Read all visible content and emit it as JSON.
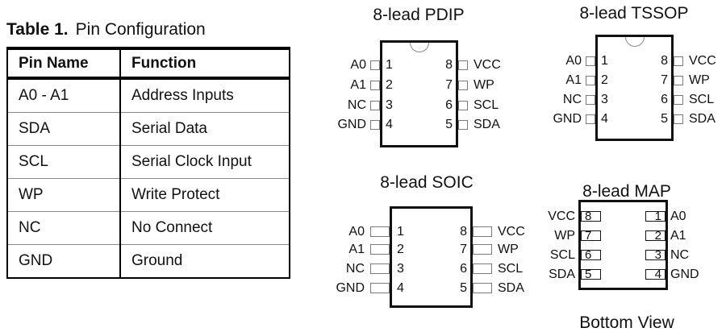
{
  "colors": {
    "text": "#111111",
    "outline": "#111111",
    "stub_border": "#7a7a7a",
    "row_divider": "#8a8a8a"
  },
  "table": {
    "title_label": "Table 1.",
    "title_text": "Pin Configuration",
    "headers": [
      "Pin Name",
      "Function"
    ],
    "rows": [
      [
        "A0 - A1",
        "Address Inputs"
      ],
      [
        "SDA",
        "Serial Data"
      ],
      [
        "SCL",
        "Serial Clock Input"
      ],
      [
        "WP",
        "Write Protect"
      ],
      [
        "NC",
        "No Connect"
      ],
      [
        "GND",
        "Ground"
      ]
    ]
  },
  "packages": {
    "pdip": {
      "title": "8-lead PDIP",
      "left_pins": [
        {
          "label": "A0",
          "num": "1"
        },
        {
          "label": "A1",
          "num": "2"
        },
        {
          "label": "NC",
          "num": "3"
        },
        {
          "label": "GND",
          "num": "4"
        }
      ],
      "right_pins": [
        {
          "label": "VCC",
          "num": "8"
        },
        {
          "label": "WP",
          "num": "7"
        },
        {
          "label": "SCL",
          "num": "6"
        },
        {
          "label": "SDA",
          "num": "5"
        }
      ]
    },
    "tssop": {
      "title": "8-lead TSSOP",
      "left_pins": [
        {
          "label": "A0",
          "num": "1"
        },
        {
          "label": "A1",
          "num": "2"
        },
        {
          "label": "NC",
          "num": "3"
        },
        {
          "label": "GND",
          "num": "4"
        }
      ],
      "right_pins": [
        {
          "label": "VCC",
          "num": "8"
        },
        {
          "label": "WP",
          "num": "7"
        },
        {
          "label": "SCL",
          "num": "6"
        },
        {
          "label": "SDA",
          "num": "5"
        }
      ]
    },
    "soic": {
      "title": "8-lead SOIC",
      "left_pins": [
        {
          "label": "A0",
          "num": "1"
        },
        {
          "label": "A1",
          "num": "2"
        },
        {
          "label": "NC",
          "num": "3"
        },
        {
          "label": "GND",
          "num": "4"
        }
      ],
      "right_pins": [
        {
          "label": "VCC",
          "num": "8"
        },
        {
          "label": "WP",
          "num": "7"
        },
        {
          "label": "SCL",
          "num": "6"
        },
        {
          "label": "SDA",
          "num": "5"
        }
      ]
    },
    "map": {
      "title": "8-lead MAP",
      "left_pins": [
        {
          "label": "VCC",
          "num": "8"
        },
        {
          "label": "WP",
          "num": "7"
        },
        {
          "label": "SCL",
          "num": "6"
        },
        {
          "label": "SDA",
          "num": "5"
        }
      ],
      "right_pins": [
        {
          "label": "A0",
          "num": "1"
        },
        {
          "label": "A1",
          "num": "2"
        },
        {
          "label": "NC",
          "num": "3"
        },
        {
          "label": "GND",
          "num": "4"
        }
      ],
      "caption": "Bottom View"
    }
  }
}
